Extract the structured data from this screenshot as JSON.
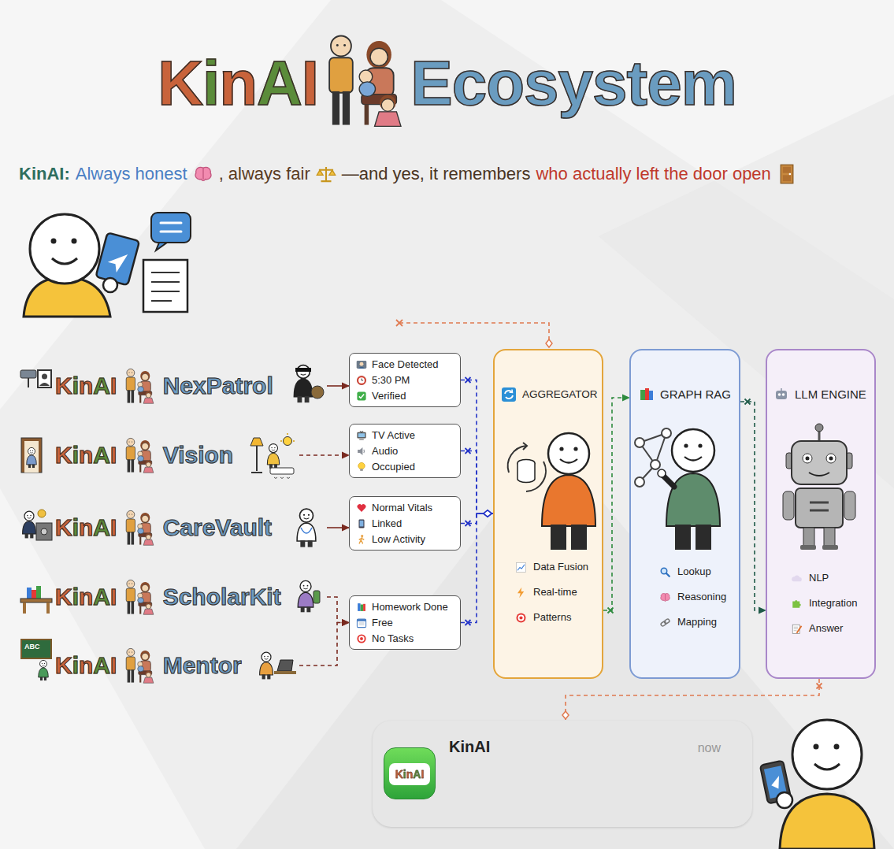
{
  "diagram": {
    "title": "KinAI Ecosystem",
    "nodes": [
      {
        "text": [
          "KinAI NexPatrol"
        ]
      },
      {
        "text": [
          "KinAI Vision"
        ]
      },
      {
        "text": [
          "KinAI CareVault"
        ]
      },
      {
        "text": [
          "KinAI ScholarKit"
        ]
      },
      {
        "text": [
          "KinAI Mentor"
        ]
      },
      {
        "text": [
          "Face Detected",
          "5:30 PM",
          "Verified"
        ]
      },
      {
        "text": [
          "TV Active",
          "Audio",
          "Occupied"
        ]
      },
      {
        "text": [
          "Normal Vitals",
          "Linked",
          "Low Activity"
        ]
      },
      {
        "text": [
          "Homework Done",
          "Free",
          "No Tasks"
        ]
      },
      {
        "text": [
          "AGGREGATOR",
          "Data Fusion",
          "Real-time",
          "Patterns"
        ]
      },
      {
        "text": [
          "GRAPH RAG",
          "Lookup",
          "Reasoning",
          "Mapping"
        ]
      },
      {
        "text": [
          "LLM ENGINE",
          "NLP",
          "Integration",
          "Answer"
        ]
      },
      {
        "text": [
          "KinAI",
          "now"
        ]
      },
      {
        "text": [
          "KinAI"
        ],
        "in": 12
      }
    ],
    "edges": [
      {
        "from": 0,
        "to": 5,
        "arrow": "to"
      },
      {
        "from": 1,
        "to": 6,
        "arrow": "to"
      },
      {
        "from": 2,
        "to": 7,
        "arrow": "to"
      },
      {
        "from": 3,
        "to": 8,
        "arrow": "to"
      },
      {
        "from": 4,
        "to": 8,
        "arrow": "to"
      },
      {
        "from": 5,
        "to": 9,
        "arrow": "none"
      },
      {
        "from": 6,
        "to": 9,
        "arrow": "none"
      },
      {
        "from": 7,
        "to": 9,
        "arrow": "none"
      },
      {
        "from": 8,
        "to": 9,
        "arrow": "none"
      },
      {
        "from": 9,
        "to": 10,
        "arrow": "to"
      },
      {
        "from": 10,
        "to": 11,
        "arrow": "to"
      },
      {
        "from": 11,
        "to": 12,
        "arrow": "none"
      }
    ],
    "labels": [
      "KinAI:",
      "Always honest",
      ", always fair",
      "—and yes, it remembers",
      "who actually left the door open",
      "ABC"
    ]
  }
}
